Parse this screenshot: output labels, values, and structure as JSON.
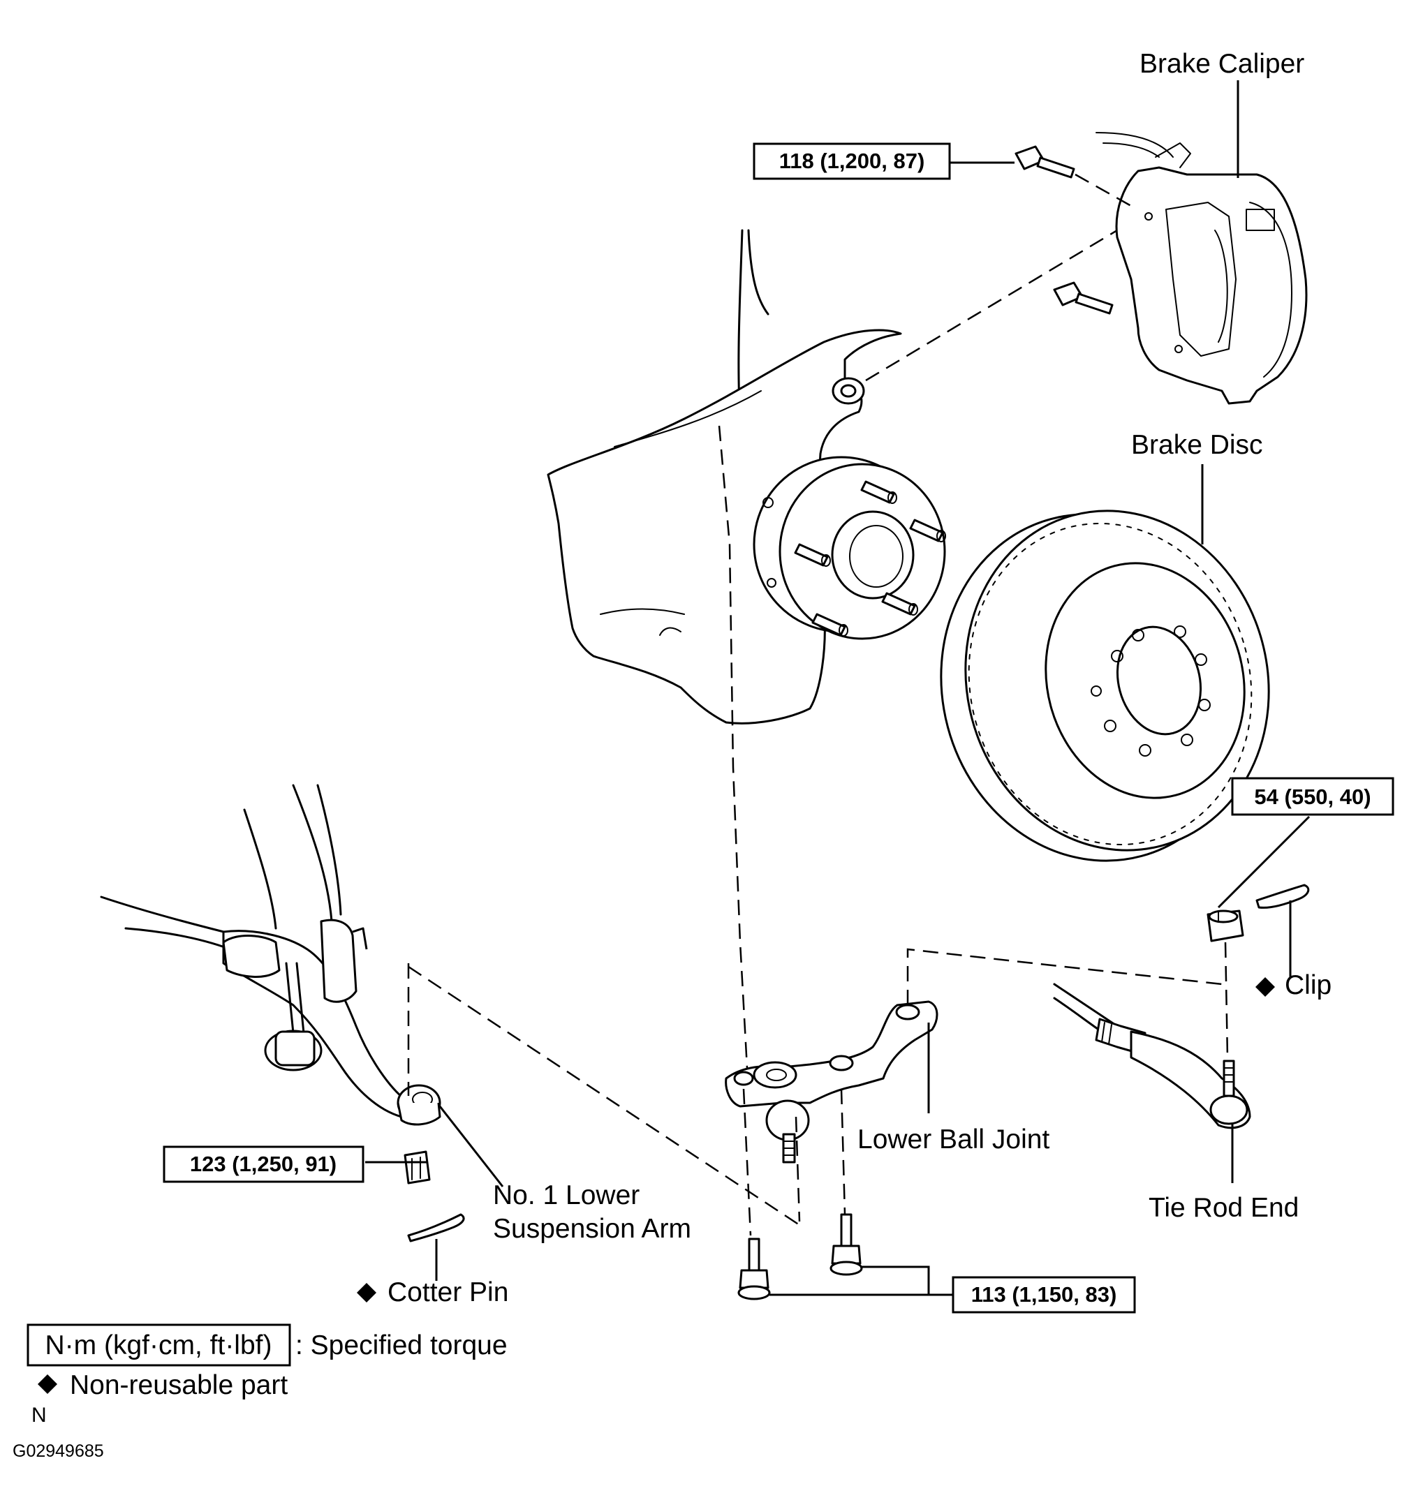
{
  "labels": {
    "brake_caliper": "Brake Caliper",
    "brake_disc": "Brake Disc",
    "clip": "Clip",
    "lower_ball_joint": "Lower Ball Joint",
    "tie_rod_end": "Tie Rod End",
    "lower_arm_line1": "No. 1 Lower",
    "lower_arm_line2": "Suspension Arm",
    "cotter_pin": "Cotter Pin"
  },
  "torques": {
    "caliper_bolt": "118 (1,200, 87)",
    "tie_rod_nut": "54 (550, 40)",
    "arm_nut": "123 (1,250, 91)",
    "ball_joint_bolts": "113 (1,150, 83)"
  },
  "legend": {
    "torque_unit": "N·m (kgf·cm, ft·lbf)",
    "torque_desc": ": Specified torque",
    "non_reusable_symbol": "◆",
    "non_reusable_desc": "Non-reusable part"
  },
  "footer": {
    "marker": "N",
    "figure_id": "G02949685"
  },
  "icons": {
    "non_reusable": "diamond-icon"
  }
}
